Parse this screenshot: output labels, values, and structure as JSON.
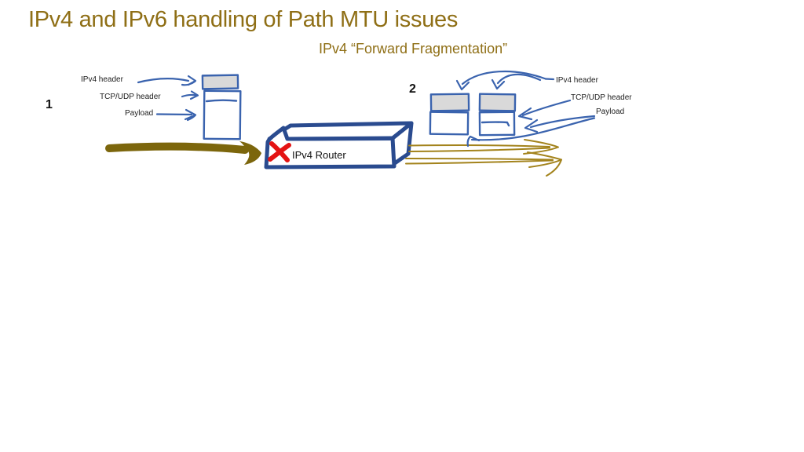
{
  "slide": {
    "title": "IPv4 and IPv6 handling of Path MTU issues",
    "subtitle": "IPv4 “Forward Fragmentation”",
    "colors": {
      "title_gold": "#8f6f16",
      "diagram_blue": "#3a63ae",
      "router_blue": "#2a4b8f",
      "thick_arrow_olive": "#7c660c",
      "thin_arrow_gold": "#a3831c",
      "red_x": "#e41313",
      "header_fill_gray": "#d9d9d9"
    },
    "diagram": {
      "step1": {
        "number": "1",
        "labels": {
          "ipv4": "IPv4 header",
          "tcpudp": "TCP/UDP header",
          "payload": "Payload"
        }
      },
      "step2": {
        "number": "2",
        "labels": {
          "ipv4": "IPv4 header",
          "tcpudp": "TCP/UDP header",
          "payload": "Payload"
        }
      },
      "router": {
        "label": "IPv4 Router"
      }
    }
  }
}
